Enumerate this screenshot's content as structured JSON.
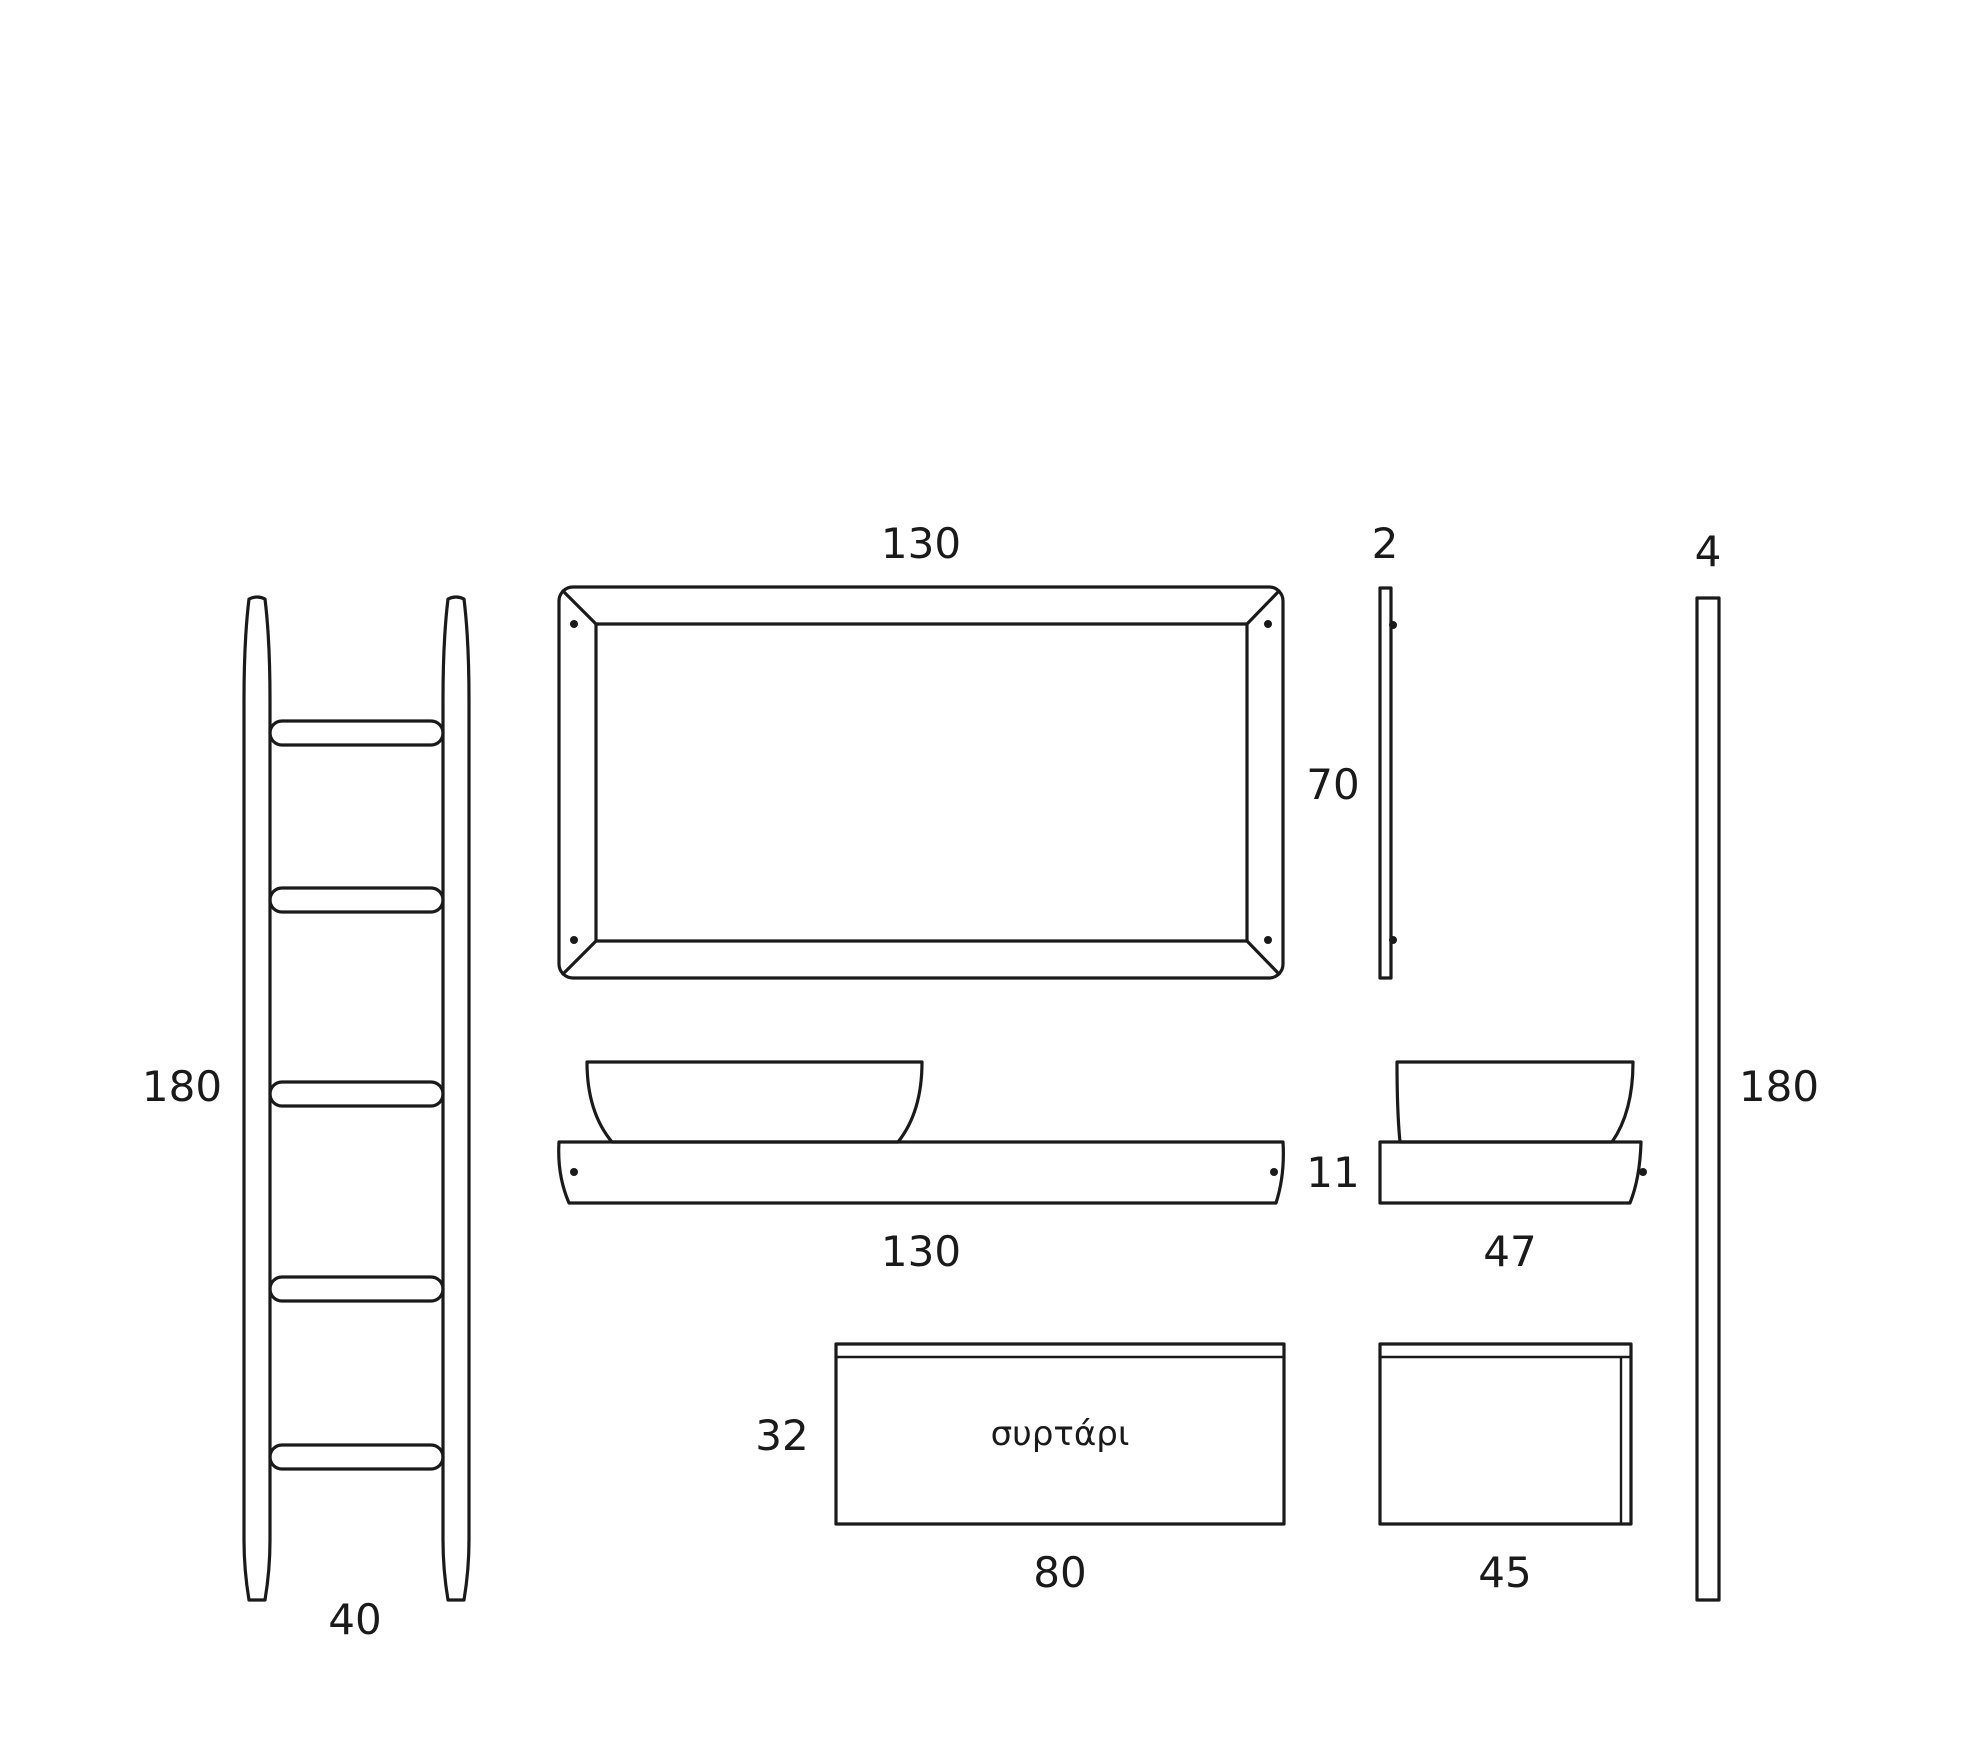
{
  "drawing": {
    "ladder": {
      "height_label": "180",
      "width_label": "40"
    },
    "mirror": {
      "width_label": "130",
      "height_label": "70"
    },
    "mirror_side": {
      "depth_label": "2"
    },
    "panel": {
      "depth_label": "4",
      "height_label": "180"
    },
    "basin_shelf": {
      "width_label": "130",
      "height_label": "11"
    },
    "basin_shelf_side": {
      "depth_label": "47"
    },
    "drawer_unit": {
      "width_label": "80",
      "height_label": "32",
      "front_label": "συρτάρι"
    },
    "drawer_unit_side": {
      "depth_label": "45"
    }
  },
  "colors": {
    "line": "#1a1a1a",
    "background": "#ffffff"
  }
}
